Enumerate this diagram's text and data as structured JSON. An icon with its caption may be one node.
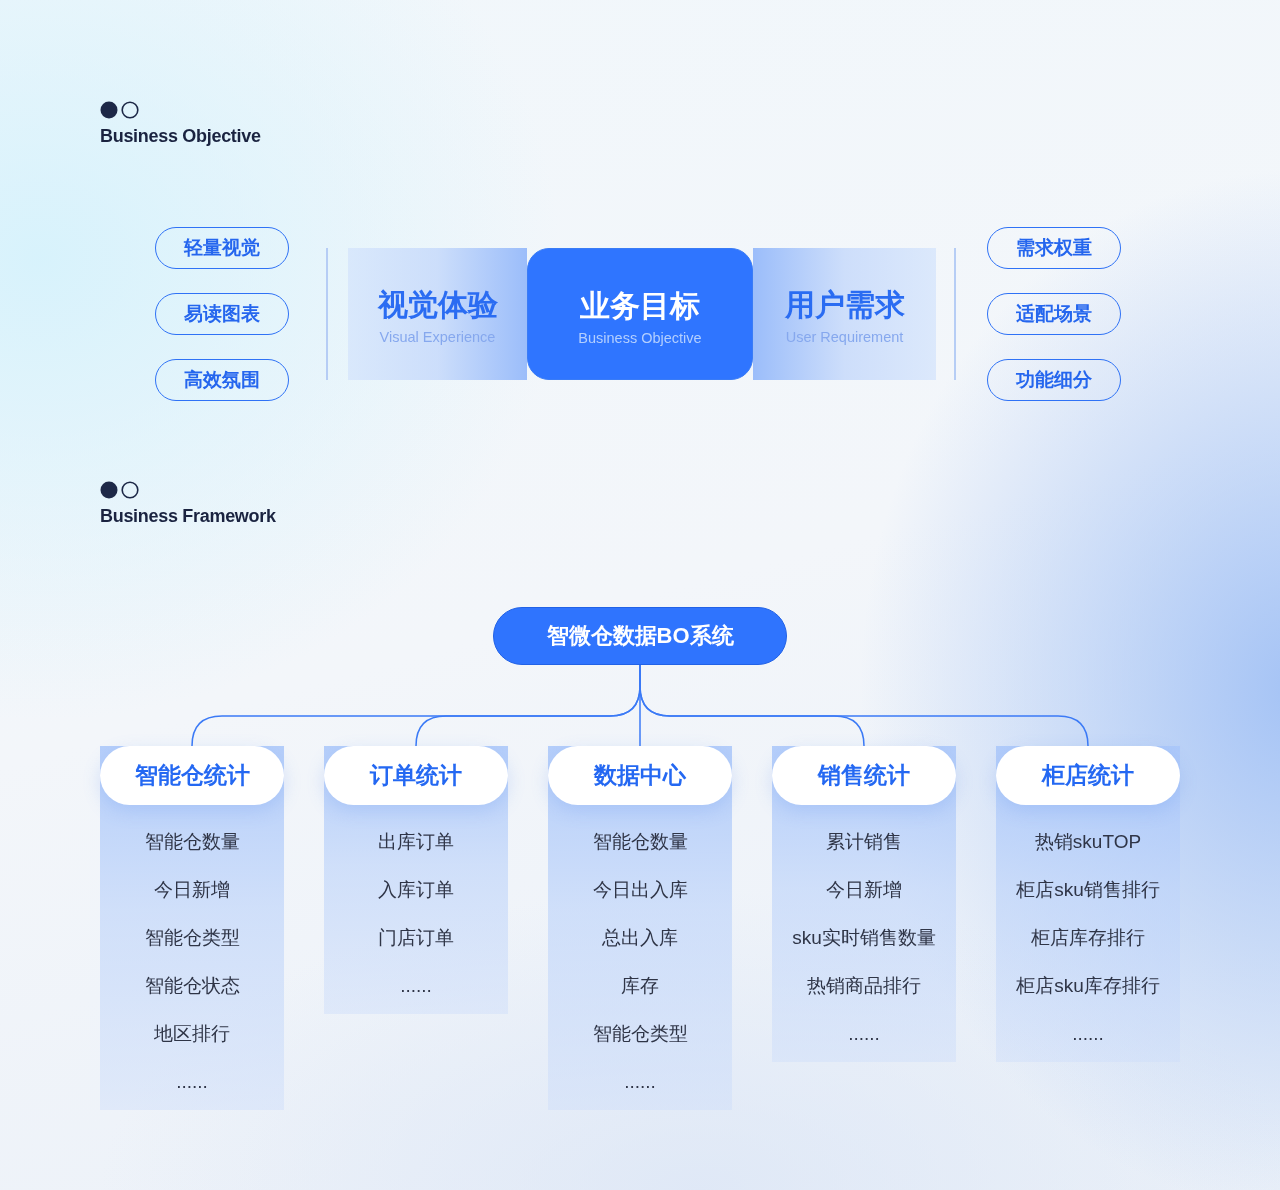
{
  "diagram": {
    "nodes": [
      {
        "text": [
          "轻量视觉"
        ]
      },
      {
        "text": [
          "易读图表"
        ]
      },
      {
        "text": [
          "高效氛围"
        ]
      },
      {
        "text": [
          "视觉体验",
          "Visual Experience"
        ]
      },
      {
        "text": [
          "业务目标",
          "Business Objective"
        ]
      },
      {
        "text": [
          "用户需求",
          "User Requirement"
        ]
      },
      {
        "text": [
          "需求权重"
        ]
      },
      {
        "text": [
          "适配场景"
        ]
      },
      {
        "text": [
          "功能细分"
        ]
      },
      {
        "text": [
          "智微仓数据BO系统"
        ]
      },
      {
        "text": [
          "智能仓数量",
          "今日新增",
          "智能仓类型",
          "智能仓状态",
          "地区排行",
          "......"
        ]
      },
      {
        "text": [
          "智能仓统计"
        ],
        "in": 10
      },
      {
        "text": [
          "出库订单",
          "入库订单",
          "门店订单",
          "......"
        ]
      },
      {
        "text": [
          "订单统计"
        ],
        "in": 12
      },
      {
        "text": [
          "智能仓数量",
          "今日出入库",
          "总出入库",
          "库存",
          "智能仓类型",
          "......"
        ]
      },
      {
        "text": [
          "数据中心"
        ],
        "in": 14
      },
      {
        "text": [
          "累计销售",
          "今日新增",
          "sku实时销售数量",
          "热销商品排行",
          "......"
        ]
      },
      {
        "text": [
          "销售统计"
        ],
        "in": 16
      },
      {
        "text": [
          "热销skuTOP",
          "柜店sku销售排行",
          "柜店库存排行",
          "柜店sku库存排行",
          "......"
        ]
      },
      {
        "text": [
          "柜店统计"
        ],
        "in": 18
      }
    ],
    "edges": [
      {
        "from": 9,
        "to": 11,
        "arrow": "none"
      },
      {
        "from": 9,
        "to": 13,
        "arrow": "none"
      },
      {
        "from": 9,
        "to": 15,
        "arrow": "none"
      },
      {
        "from": 9,
        "to": 17,
        "arrow": "none"
      },
      {
        "from": 9,
        "to": 19,
        "arrow": "none"
      }
    ],
    "labels": [
      "Business Objective",
      "Business Framework"
    ]
  }
}
